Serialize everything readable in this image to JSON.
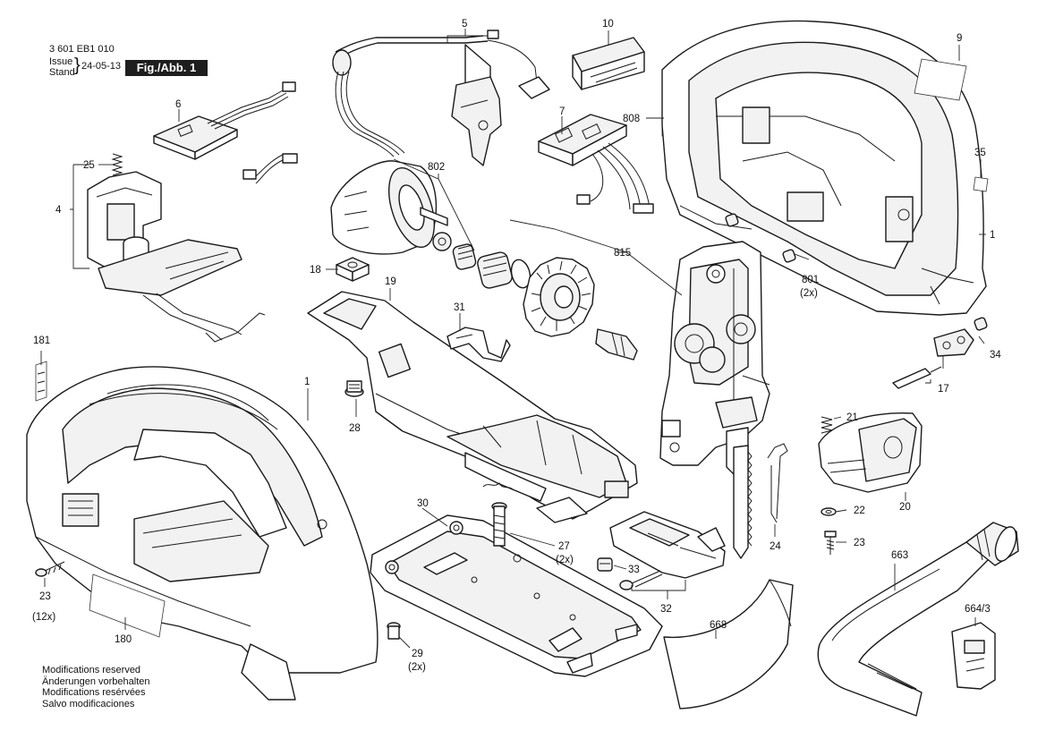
{
  "header": {
    "doc_number": "3 601 EB1 010",
    "issue_label": "Issue",
    "stand_label": "Stand",
    "date": "24-05-13",
    "figure_label": "Fig./Abb. 1"
  },
  "footer": {
    "lines": [
      "Modifications reserved",
      "Änderungen vorbehalten",
      "Modifications resérvées",
      "Salvo modificaciones"
    ]
  },
  "callouts": {
    "c1a": "1",
    "c1b": "1",
    "c4": "4",
    "c5": "5",
    "c6": "6",
    "c7": "7",
    "c9": "9",
    "c10": "10",
    "c17": "17",
    "c18": "18",
    "c19": "19",
    "c20": "20",
    "c21": "21",
    "c22": "22",
    "c23a": "23",
    "c23a_qty": "(12x)",
    "c23b": "23",
    "c24": "24",
    "c25": "25",
    "c27": "27",
    "c27_qty": "(2x)",
    "c28": "28",
    "c29": "29",
    "c29_qty": "(2x)",
    "c30": "30",
    "c31": "31",
    "c32": "32",
    "c33": "33",
    "c34": "34",
    "c35": "35",
    "c180": "180",
    "c181": "181",
    "c663": "663",
    "c664": "664/3",
    "c668": "668",
    "c801": "801",
    "c801_qty": "(2x)",
    "c802": "802",
    "c808": "808",
    "c815": "815"
  },
  "colors": {
    "line": "#1a1a1a",
    "fill": "#ffffff",
    "shade": "#f2f2f2",
    "fig_box": "#1e1e1e"
  }
}
